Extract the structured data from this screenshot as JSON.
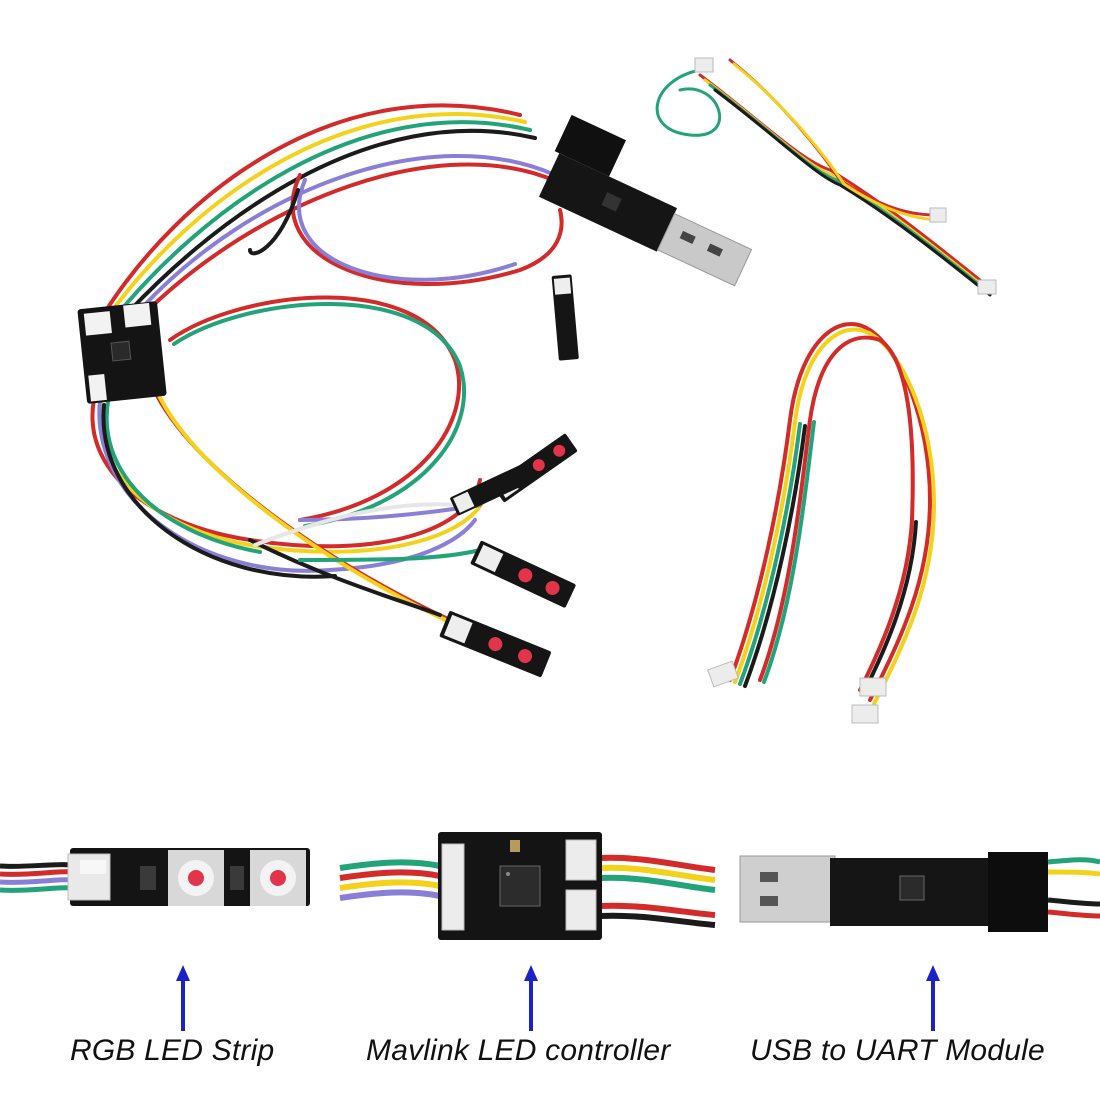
{
  "colors": {
    "background": "#ffffff",
    "arrow": "#1a22c8",
    "pcb": "#141414",
    "wire_red": "#d32a2a",
    "wire_yellow": "#f2d21b",
    "wire_green": "#22a37a",
    "wire_black": "#1b1b1b",
    "wire_purple": "#8a7fd6",
    "wire_white": "#e6e6e6",
    "led_red": "#e2344a"
  },
  "captions": {
    "left": "RGB LED Strip",
    "middle": "Mavlink LED controller",
    "right": "USB to UART Module"
  },
  "icons": {
    "arrow": "up-arrow-icon"
  }
}
